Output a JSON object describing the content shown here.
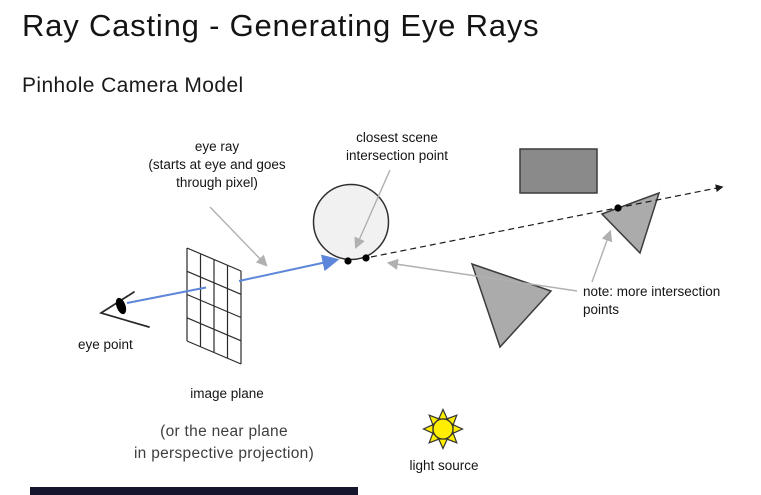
{
  "slide": {
    "title": "Ray Casting - Generating Eye Rays",
    "subtitle": "Pinhole Camera Model"
  },
  "diagram": {
    "labels": {
      "eye_ray_line1": "eye ray",
      "eye_ray_line2": "(starts at eye and goes",
      "eye_ray_line3": "through pixel)",
      "closest_line1": "closest scene",
      "closest_line2": "intersection point",
      "note_line1": "note: more intersection",
      "note_line2": "points",
      "eye_point": "eye point",
      "image_plane": "image plane",
      "near_plane_line1": "(or the near plane",
      "near_plane_line2": "in perspective projection)",
      "light_source": "light source"
    },
    "icons": {
      "eye": "eye-icon",
      "sun": "sun-icon"
    },
    "colors": {
      "ray-blue": "#5c86d9",
      "sphere-fill": "#f1f1f1",
      "shape-fill": "#ababab",
      "rect-fill": "#8a8a8a",
      "outline-dark": "#3c3c3c",
      "leader-gray": "#b0b0b0",
      "sun-yellow": "#ffee00",
      "footer-bar": "#15152e"
    }
  }
}
